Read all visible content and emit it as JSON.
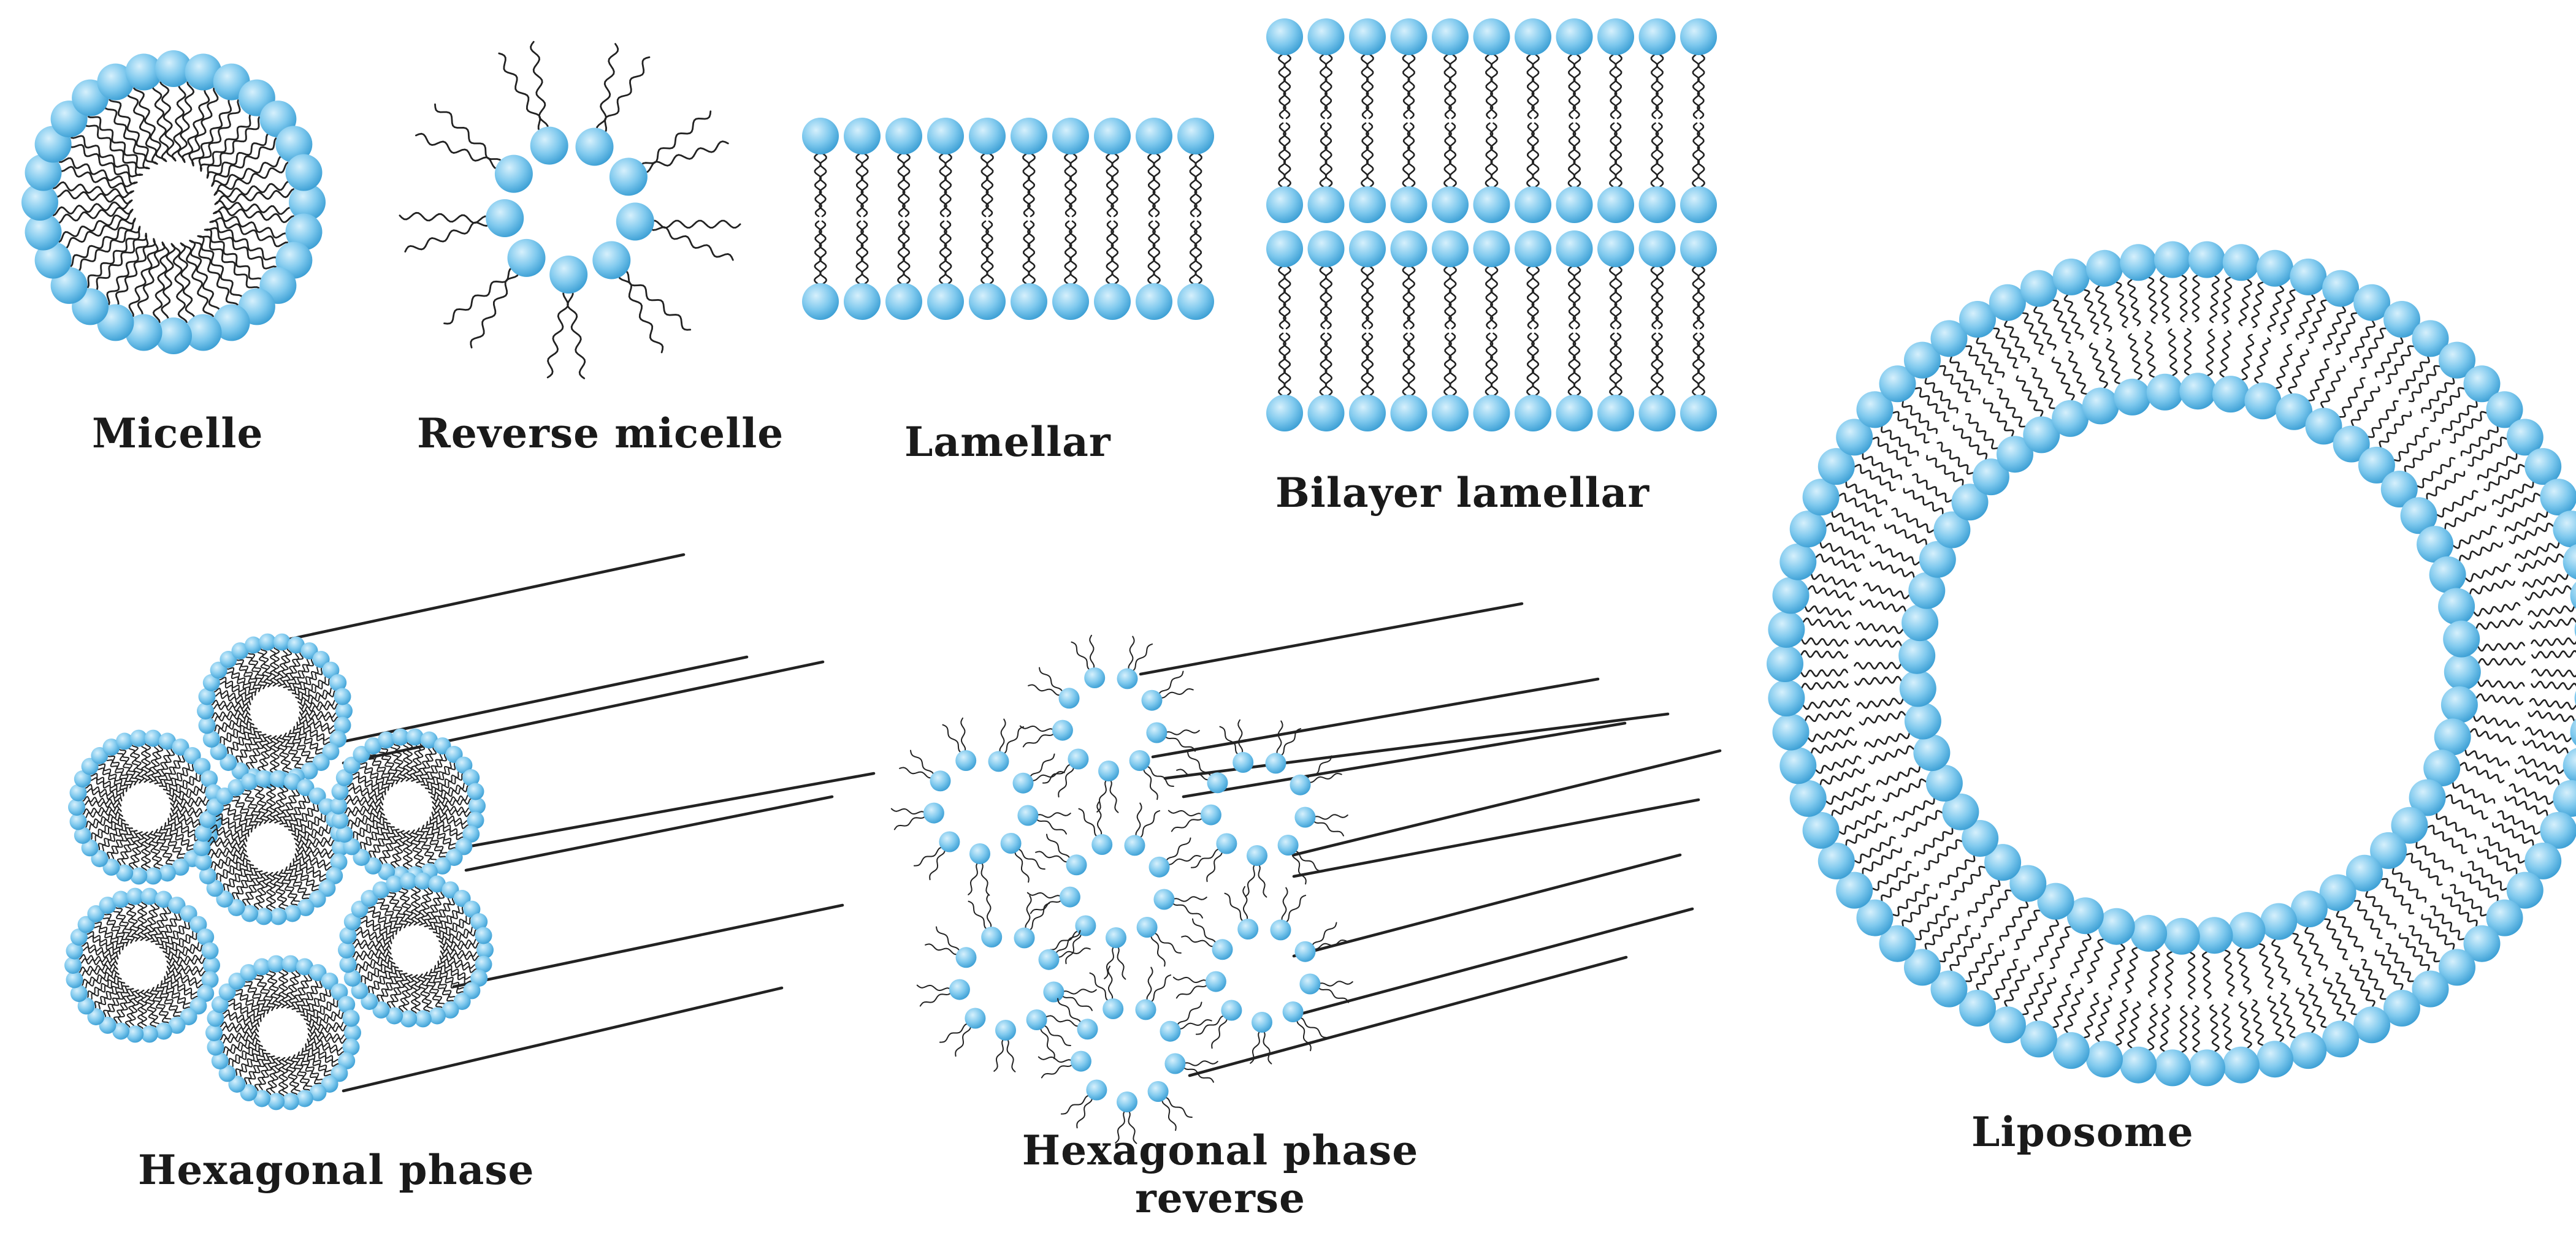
{
  "labels": {
    "micelle": "Micelle",
    "reverse_micelle": "Reverse micelle",
    "lamellar": "Lamellar",
    "bilayer_lamellar": "Bilayer lamellar",
    "hexagonal_phase": "Hexagonal phase",
    "hexagonal_phase_reverse_line1": "Hexagonal phase",
    "hexagonal_phase_reverse_line2": "reverse",
    "liposome": "Liposome"
  },
  "colors": {
    "head_fill": "#7fc9ee",
    "head_light": "#d6f0fc",
    "head_dark": "#3a9ed4",
    "tail": "#222222",
    "background": "#ffffff"
  }
}
